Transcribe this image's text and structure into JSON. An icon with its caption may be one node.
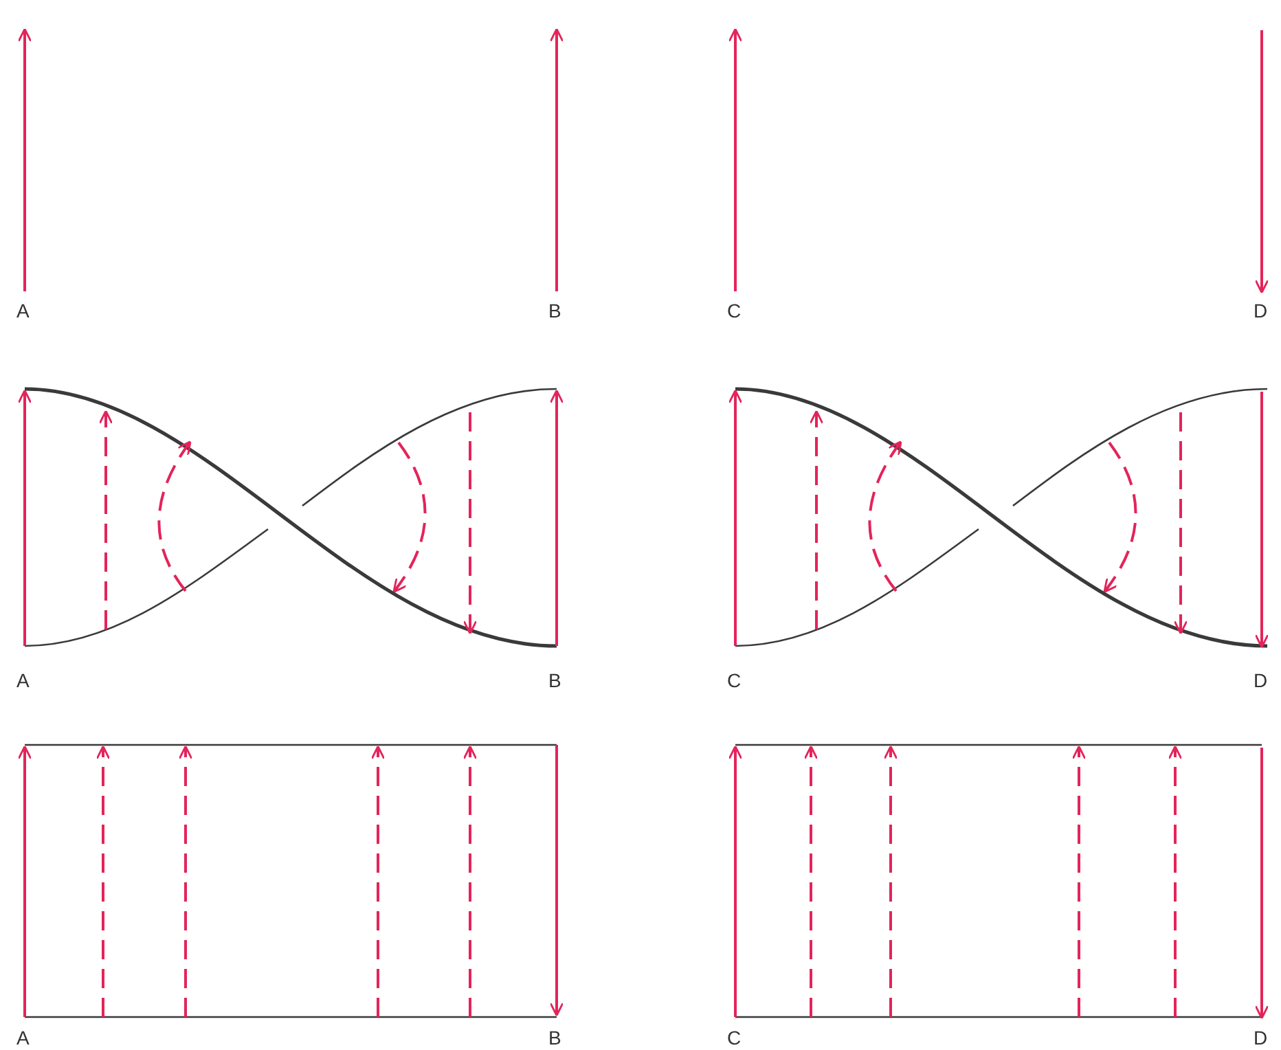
{
  "diagram": {
    "labels": [
      "A",
      "B",
      "C",
      "D",
      "A",
      "B",
      "C",
      "D",
      "A",
      "B",
      "C",
      "D"
    ]
  }
}
